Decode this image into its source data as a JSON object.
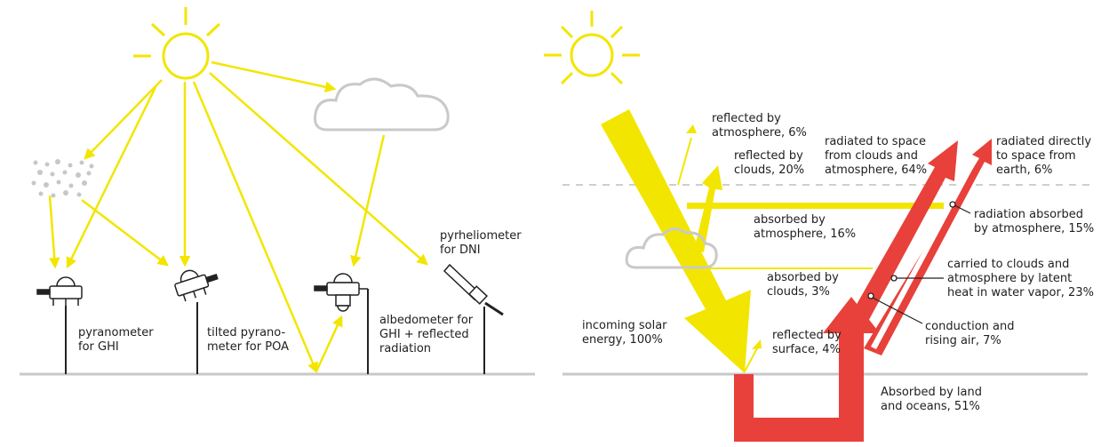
{
  "colors": {
    "sun": "#f2e600",
    "arrow_yellow": "#f2e600",
    "arrow_red": "#e8403a",
    "ground": "#c8c8c8",
    "cloud_stroke": "#c9c9c9",
    "aerosol": "#c7c7c7",
    "instrument": "#222222",
    "text": "#1e1e1e"
  },
  "left_panel": {
    "instruments": [
      {
        "id": "pyranometer",
        "label": "pyranometer\nfor GHI"
      },
      {
        "id": "tilted-pyranometer",
        "label": "tilted pyrano-\nmeter for POA"
      },
      {
        "id": "albedometer",
        "label": "albedometer for\nGHI + reflected\nradiation"
      },
      {
        "id": "pyrheliometer",
        "label": "pyrheliometer\nfor DNI"
      }
    ]
  },
  "right_panel": {
    "labels": {
      "incoming": "incoming solar\nenergy, 100%",
      "reflected_atmosphere": "reflected by\natmosphere, 6%",
      "reflected_clouds": "reflected by\nclouds, 20%",
      "absorbed_atmosphere": "absorbed by\natmosphere, 16%",
      "absorbed_clouds": "absorbed by\nclouds, 3%",
      "reflected_surface": "reflected by\nsurface, 4%",
      "radiated_clouds_atm": "radiated to space\nfrom clouds and\natmosphere, 64%",
      "radiated_earth": "radiated directly\nto space from\nearth, 6%",
      "radiation_absorbed_atm": "radiation absorbed\nby atmosphere, 15%",
      "latent_heat": "carried to clouds and\natmosphere by latent\nheat in water vapor, 23%",
      "conduction": "conduction and\nrising air, 7%",
      "absorbed_land": "Absorbed by land\nand oceans, 51%"
    }
  }
}
